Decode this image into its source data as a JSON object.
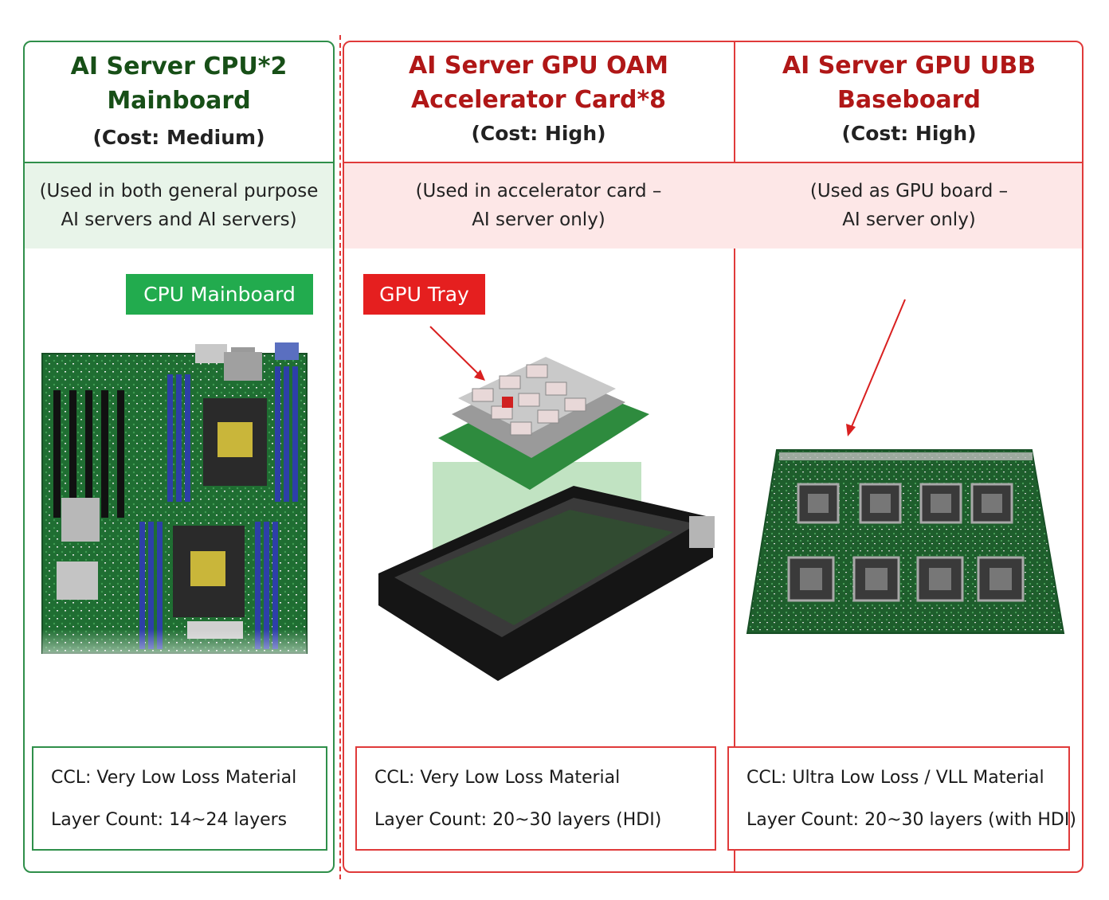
{
  "columns": [
    {
      "title_line1": "AI Server CPU*2",
      "title_line2": "Mainboard",
      "cost": "(Cost: Medium)",
      "usage_line1": "(Used in both general purpose",
      "usage_line2": "AI servers and AI servers)",
      "tag": "CPU Mainboard",
      "ccl": "CCL: Very Low Loss Material",
      "layers": "Layer Count: 14~24 layers"
    },
    {
      "title_line1": "AI Server GPU OAM",
      "title_line2": "Accelerator Card*8",
      "cost": "(Cost: High)",
      "usage_line1": "(Used in accelerator card –",
      "usage_line2": "AI server only)",
      "tag": "GPU Tray",
      "ccl": "CCL: Very Low Loss Material",
      "layers": "Layer Count: 20~30 layers (HDI)"
    },
    {
      "title_line1": "AI Server GPU UBB",
      "title_line2": "Baseboard",
      "cost": "(Cost: High)",
      "usage_line1": "(Used as GPU board –",
      "usage_line2": "AI server only)",
      "ccl": "CCL: Ultra Low Loss / VLL Material",
      "layers": "Layer Count: 20~30 layers (with HDI)"
    }
  ],
  "colors": {
    "green_border": "#2f8f4a",
    "red_border": "#e03a3a",
    "green_title": "#174f17",
    "red_title": "#b01717",
    "green_band": "#e8f4e9",
    "red_band": "#fde7e7",
    "tag_green": "#22ab4e",
    "tag_red": "#e51f1f"
  }
}
